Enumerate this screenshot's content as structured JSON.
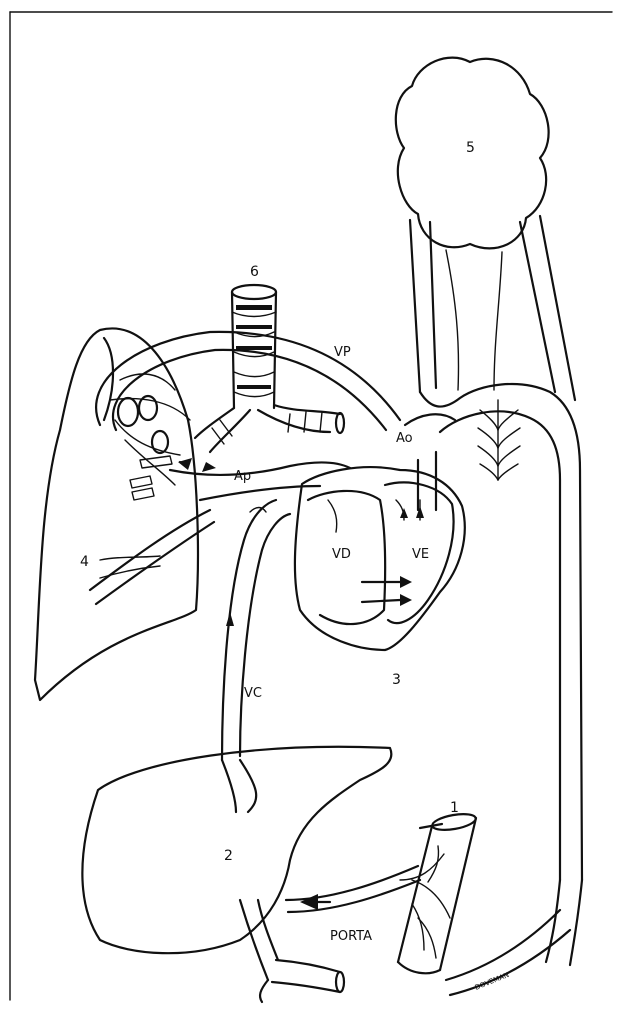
{
  "labels": {
    "n1": "1",
    "n2": "2",
    "n3": "3",
    "n4": "4",
    "n5": "5",
    "n6": "6",
    "vp": "VP",
    "ao": "Ao",
    "ap": "Ap",
    "vd": "VD",
    "ve": "VE",
    "vc": "VC",
    "porta": "PORTA"
  },
  "signature": "DOVEMAN"
}
